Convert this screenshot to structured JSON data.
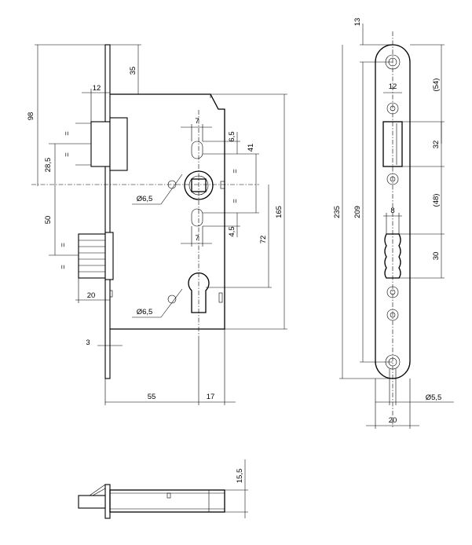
{
  "front_view": {
    "dimensions": {
      "top_offset": "35",
      "total_height_98": "98",
      "latch_width": "12",
      "latch_offset": "28,5",
      "deadbolt_offset": "50",
      "deadbolt_width": "20",
      "forend_thickness": "3",
      "backset": "55",
      "cylinder_offset": "17",
      "spindle_hole_dia": "Ø6,5",
      "cylinder_hole_dia": "Ø6,5",
      "hole_spacing_7_top": "7",
      "hole_spacing_7_bottom": "7",
      "dim_6_5": "6,5",
      "dim_4_5": "4,5",
      "dim_41": "41",
      "dim_72": "72",
      "dim_165": "165",
      "equal_mark": "="
    }
  },
  "forend_view": {
    "dimensions": {
      "top_margin": "13",
      "top_width": "12",
      "latch_cutout": "32",
      "upper_ref": "(54)",
      "lower_ref": "(48)",
      "bolt_width": "8",
      "bolt_cutout": "30",
      "length_235": "235",
      "length_209": "209",
      "hole_dia": "Ø5,5",
      "plate_width": "20"
    }
  },
  "bottom_view": {
    "dimensions": {
      "thickness": "15,5"
    }
  }
}
